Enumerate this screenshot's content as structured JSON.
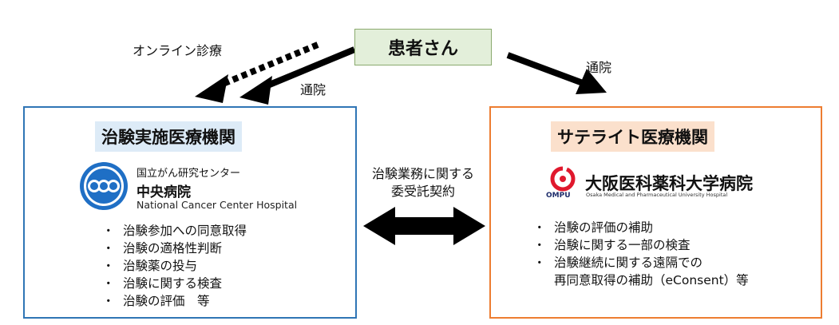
{
  "patient": {
    "label": "患者さん"
  },
  "arrows": {
    "online_label": "オンライン診療",
    "visit_left_label": "通院",
    "visit_right_label": "通院"
  },
  "trial_site": {
    "title": "治験実施医療機関",
    "logo_name_ja": "国立がん研究センター",
    "logo_hospital": "中央病院",
    "logo_name_en": "National Cancer Center Hospital",
    "tasks": [
      "治験参加への同意取得",
      "治験の適格性判断",
      "治験薬の投与",
      "治験に関する検査",
      "治験の評価　等"
    ]
  },
  "contract": {
    "line1": "治験業務に関する",
    "line2": "委受託契約"
  },
  "satellite": {
    "title": "サテライト医療機関",
    "logo_name_ja": "大阪医科薬科大学病院",
    "logo_abbr": "OMPU",
    "logo_name_en": "Osaka Medical and Pharmaceutical University Hospital",
    "tasks": [
      "治験の評価の補助",
      "治験に関する一部の検査",
      "治験継続に関する遠隔での",
      "再同意取得の補助（eConsent）等"
    ]
  },
  "colors": {
    "patient_fill": "#e3efda",
    "trial_border": "#2f75b5",
    "trial_title_fill": "#ddebf7",
    "satellite_border": "#ed7d31",
    "satellite_title_fill": "#fbe0cc",
    "ncc_blue": "#1f6fc5",
    "ompu_red": "#e0182d"
  }
}
